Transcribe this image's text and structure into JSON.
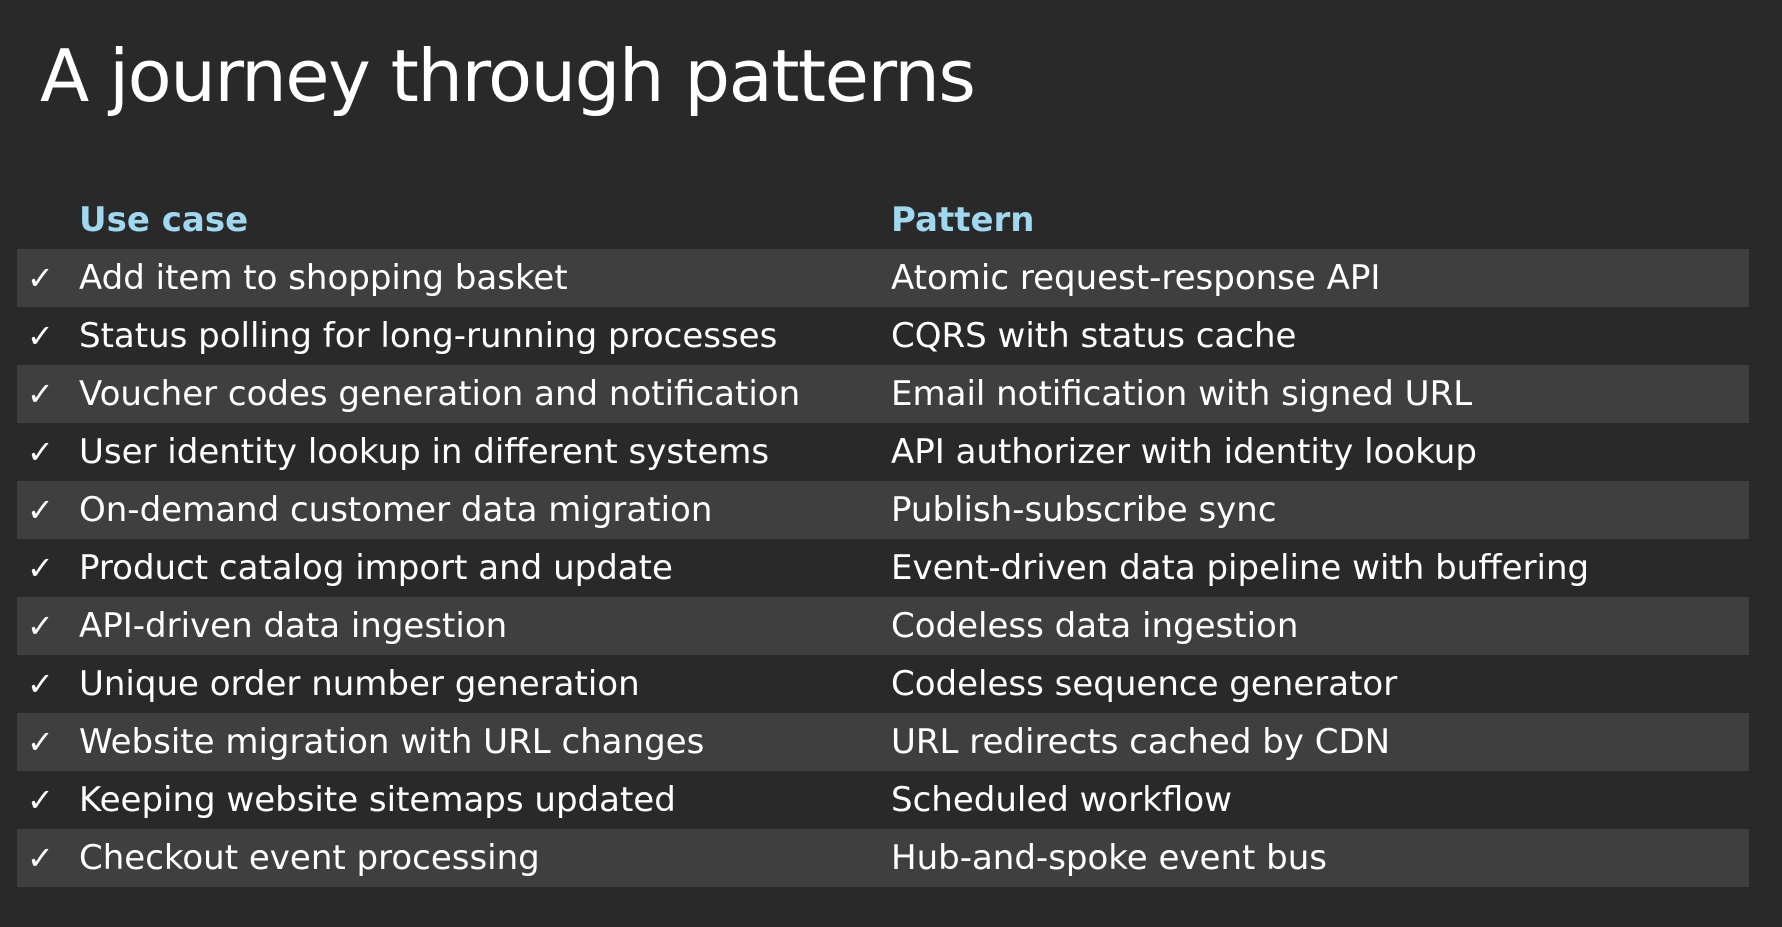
{
  "title": "A journey through patterns",
  "colors": {
    "background": "#292929",
    "row_shade": "#3f3f3f",
    "header_text": "#9fd8ef",
    "body_text": "#ffffff"
  },
  "table": {
    "headers": {
      "use_case": "Use case",
      "pattern": "Pattern"
    },
    "check_glyph": "✓",
    "check_icon": "check-icon",
    "rows": [
      {
        "use_case": "Add item to shopping basket",
        "pattern": "Atomic request-response API"
      },
      {
        "use_case": "Status polling for long-running processes",
        "pattern": "CQRS with status cache"
      },
      {
        "use_case": "Voucher codes generation and notification",
        "pattern": "Email notification with signed URL"
      },
      {
        "use_case": "User identity lookup in different systems",
        "pattern": "API authorizer with identity lookup"
      },
      {
        "use_case": "On-demand customer data migration",
        "pattern": "Publish-subscribe sync"
      },
      {
        "use_case": "Product catalog import and update",
        "pattern": "Event-driven data pipeline with buffering"
      },
      {
        "use_case": "API-driven data ingestion",
        "pattern": "Codeless data ingestion"
      },
      {
        "use_case": "Unique order number generation",
        "pattern": "Codeless sequence generator"
      },
      {
        "use_case": "Website migration with URL changes",
        "pattern": "URL redirects cached by CDN"
      },
      {
        "use_case": "Keeping website sitemaps updated",
        "pattern": "Scheduled workflow"
      },
      {
        "use_case": "Checkout event processing",
        "pattern": "Hub-and-spoke event bus"
      }
    ]
  }
}
